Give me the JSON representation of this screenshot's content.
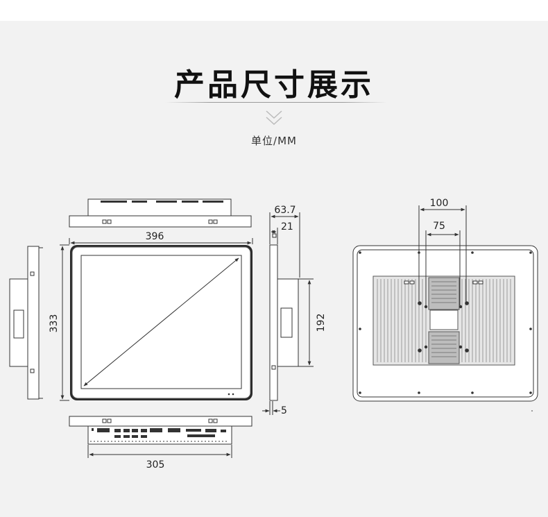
{
  "header": {
    "title": "产品尺寸展示",
    "unit": "单位/MM"
  },
  "dimensions": {
    "width": "396",
    "height": "333",
    "depth_total": "63.7",
    "depth_bezel": "21",
    "depth_panel_edge": "5",
    "side_box_height": "192",
    "bottom_width": "305",
    "vesa_outer": "100",
    "vesa_inner": "75"
  },
  "colors": {
    "background": "#f2f2f2",
    "line": "#333333",
    "bezel": "#2a2a2a",
    "heatsink": "#d8d8d8"
  }
}
